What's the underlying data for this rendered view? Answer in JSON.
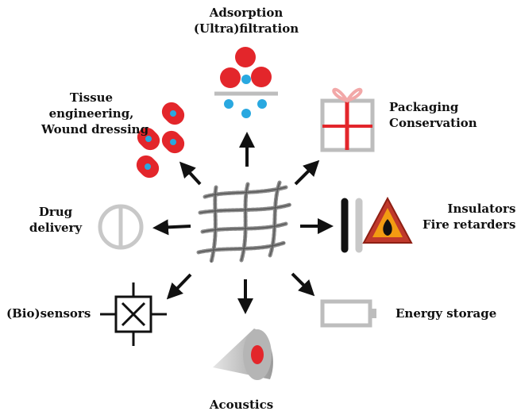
{
  "labels": {
    "adsorption": [
      "Adsorption",
      "(Ultra)filtration"
    ],
    "packaging": [
      "Packaging",
      "Conservation"
    ],
    "tissue": [
      "Tissue",
      "engineering,",
      "Wound dressing"
    ],
    "insulators": [
      "Insulators",
      "Fire retarders"
    ],
    "drug": [
      "Drug",
      "delivery"
    ],
    "biosensors": [
      "(Bio)sensors"
    ],
    "energy": [
      "Energy storage"
    ],
    "acoustics": [
      "Acoustics"
    ]
  },
  "icons": {
    "center": "fiber-network-icon",
    "adsorption": "adsorption-filter-icon",
    "packaging": "gift-box-icon",
    "tissue": "cells-icon",
    "insulators": "fire-warning-icon",
    "drug": "pill-capsule-icon",
    "biosensors": "sensor-icon",
    "energy": "battery-icon",
    "acoustics": "cone-speaker-icon"
  },
  "colors": {
    "red": "#e3262b",
    "blue": "#29a8e0",
    "gray": "#bdbdbd",
    "black": "#111111",
    "warning_orange": "#f39c12"
  }
}
